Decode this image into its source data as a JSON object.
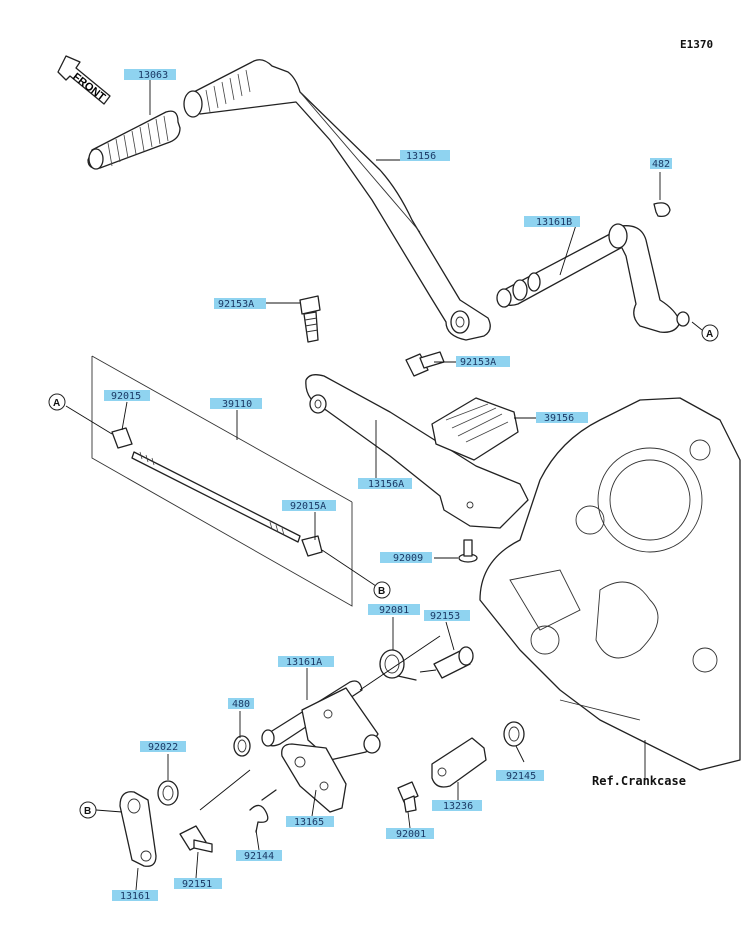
{
  "diagram_code": "E1370",
  "front_label": "FRONT",
  "ref_label": "Ref.Crankcase",
  "parts": [
    {
      "id": "p13063",
      "number": "13063"
    },
    {
      "id": "p13156",
      "number": "13156"
    },
    {
      "id": "p482",
      "number": "482"
    },
    {
      "id": "p13161B",
      "number": "13161B"
    },
    {
      "id": "p92153A_1",
      "number": "92153A"
    },
    {
      "id": "p92153A_2",
      "number": "92153A"
    },
    {
      "id": "p92015",
      "number": "92015"
    },
    {
      "id": "p39110",
      "number": "39110"
    },
    {
      "id": "p39156",
      "number": "39156"
    },
    {
      "id": "p13156A",
      "number": "13156A"
    },
    {
      "id": "p92015A",
      "number": "92015A"
    },
    {
      "id": "p92009",
      "number": "92009"
    },
    {
      "id": "p92081",
      "number": "92081"
    },
    {
      "id": "p92153",
      "number": "92153"
    },
    {
      "id": "p13161A",
      "number": "13161A"
    },
    {
      "id": "p480",
      "number": "480"
    },
    {
      "id": "p92022",
      "number": "92022"
    },
    {
      "id": "p92145",
      "number": "92145"
    },
    {
      "id": "p13236",
      "number": "13236"
    },
    {
      "id": "p13165",
      "number": "13165"
    },
    {
      "id": "p92001",
      "number": "92001"
    },
    {
      "id": "p92144",
      "number": "92144"
    },
    {
      "id": "p92151",
      "number": "92151"
    },
    {
      "id": "p13161",
      "number": "13161"
    }
  ],
  "connectors": [
    {
      "id": "A_left",
      "letter": "A"
    },
    {
      "id": "A_right",
      "letter": "A"
    },
    {
      "id": "B_mid",
      "letter": "B"
    },
    {
      "id": "B_low",
      "letter": "B"
    }
  ]
}
